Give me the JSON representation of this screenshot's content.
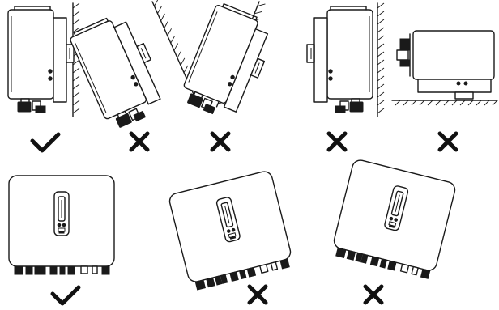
{
  "figure": {
    "marks": [
      {
        "id": "side-wall-vertical",
        "verdict": "correct"
      },
      {
        "id": "side-tilted-back",
        "verdict": "incorrect"
      },
      {
        "id": "side-tilted-forward",
        "verdict": "incorrect"
      },
      {
        "id": "side-mounted-reversed",
        "verdict": "incorrect"
      },
      {
        "id": "side-lying-on-floor",
        "verdict": "incorrect"
      },
      {
        "id": "front-upright",
        "verdict": "correct"
      },
      {
        "id": "front-rotated-right",
        "verdict": "incorrect"
      },
      {
        "id": "front-rotated-left",
        "verdict": "incorrect"
      }
    ],
    "colors": {
      "line": "#1a1a1a",
      "background": "#ffffff",
      "check_mark": "#111111",
      "cross_mark": "#111111"
    }
  }
}
